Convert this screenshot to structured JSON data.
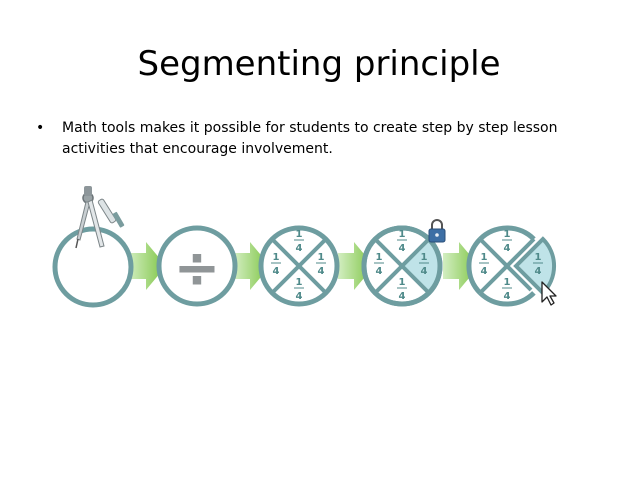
{
  "slide": {
    "title": "Segmenting principle",
    "bullet_symbol": "•",
    "bullet_text": "Math tools makes it possible for students to create step by step lesson activities that encourage involvement."
  },
  "illustration": {
    "divide_symbol": "÷",
    "fraction_label": "1/4",
    "colors": {
      "ring": "#6e9da0",
      "arrow": "#7dc442",
      "arrow_light": "#d3eec2",
      "highlight": "#bfe3e8"
    },
    "icons": [
      "compass-icon",
      "lock-icon",
      "cursor-arrow-icon"
    ]
  }
}
